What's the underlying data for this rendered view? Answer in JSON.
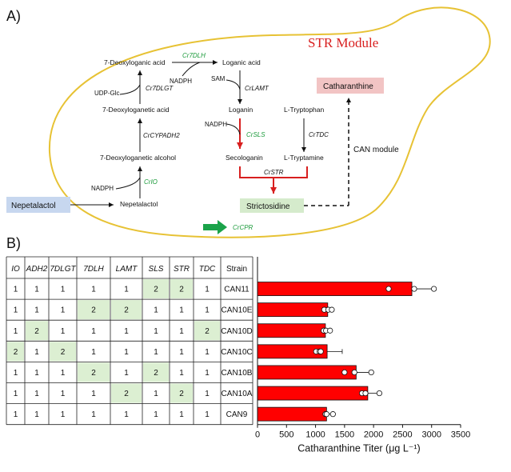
{
  "panel_a": {
    "label": "A)",
    "module_title": "STR Module",
    "can_module_label": "CAN module",
    "metabolites": {
      "deoxyloganic_acid": "7-Deoxyloganic acid",
      "loganic_acid": "Loganic acid",
      "deoxyloganetic_acid": "7-Deoxyloganetic acid",
      "loganin": "Loganin",
      "l_tryptophan": "L-Tryptophan",
      "deoxyloganetic_alcohol": "7-Deoxyloganetic alcohol",
      "secologanin": "Secologanin",
      "l_tryptamine": "L-Tryptamine",
      "nepetalactol": "Nepetalactol",
      "nepetalactol_feed": "Nepetalactol",
      "strictosidine": "Strictosidine",
      "catharanthine": "Catharanthine"
    },
    "enzymes": {
      "cr7dlh": "Cr7DLH",
      "cr7dlgt": "Cr7DLGT",
      "crlamt": "CrLAMT",
      "crcypadh2": "CrCYPADH2",
      "crsls": "CrSLS",
      "crtdc": "CrTDC",
      "crio": "CrIO",
      "crstr": "CrSTR",
      "crcpr": "CrCPR"
    },
    "cofactors": {
      "nadph_7dlh": "NADPH",
      "udp_glc": "UDP-Glc",
      "sam": "SAM",
      "nadph_sls": "NADPH",
      "nadph_io": "NADPH"
    },
    "colors": {
      "cell_outline": "#e7c234",
      "module_title": "#d81f1f",
      "overexpressed_arrow": "#d81f1f",
      "green_enzyme": "#1a9a3a",
      "cpr_arrow": "#1aa34a",
      "nepetalactol_box": "#c7d7ef",
      "strictosidine_box": "#d5ebcc",
      "catharanthine_box": "#f2c4c4"
    }
  },
  "panel_b": {
    "label": "B)",
    "table": {
      "headers": [
        "IO",
        "ADH2",
        "7DLGT",
        "7DLH",
        "LAMT",
        "SLS",
        "STR",
        "TDC",
        "Strain"
      ],
      "rows": [
        {
          "values": [
            "1",
            "1",
            "1",
            "1",
            "1",
            "2",
            "2",
            "1"
          ],
          "strain": "CAN11"
        },
        {
          "values": [
            "1",
            "1",
            "1",
            "2",
            "2",
            "1",
            "1",
            "1"
          ],
          "strain": "CAN10E"
        },
        {
          "values": [
            "1",
            "2",
            "1",
            "1",
            "1",
            "1",
            "1",
            "2"
          ],
          "strain": "CAN10D"
        },
        {
          "values": [
            "2",
            "1",
            "2",
            "1",
            "1",
            "1",
            "1",
            "1"
          ],
          "strain": "CAN10C"
        },
        {
          "values": [
            "1",
            "1",
            "1",
            "2",
            "1",
            "2",
            "1",
            "1"
          ],
          "strain": "CAN10B"
        },
        {
          "values": [
            "1",
            "1",
            "1",
            "1",
            "2",
            "1",
            "2",
            "1"
          ],
          "strain": "CAN10A"
        },
        {
          "values": [
            "1",
            "1",
            "1",
            "1",
            "1",
            "1",
            "1",
            "1"
          ],
          "strain": "CAN9"
        }
      ],
      "highlight_color": "#dcefd2"
    }
  },
  "chart_data": {
    "type": "bar",
    "orientation": "horizontal",
    "categories": [
      "CAN11",
      "CAN10E",
      "CAN10D",
      "CAN10C",
      "CAN10B",
      "CAN10A",
      "CAN9"
    ],
    "values": [
      2660,
      1210,
      1170,
      1200,
      1700,
      1900,
      1190
    ],
    "errors": [
      380,
      80,
      80,
      260,
      260,
      180,
      100
    ],
    "points": [
      [
        2260,
        2700,
        3040
      ],
      [
        1150,
        1220,
        1280
      ],
      [
        1140,
        1180,
        1250
      ],
      [
        1010,
        1070,
        1090
      ],
      [
        1500,
        1670,
        1960
      ],
      [
        1800,
        1860,
        2100
      ],
      [
        1170,
        1190,
        1300
      ]
    ],
    "xlabel": "Catharanthine Titer (μg L⁻¹)",
    "xlim": [
      0,
      3500
    ],
    "xticks": [
      0,
      500,
      1000,
      1500,
      2000,
      2500,
      3000,
      3500
    ],
    "bar_color": "#ff0000",
    "grid": false
  }
}
